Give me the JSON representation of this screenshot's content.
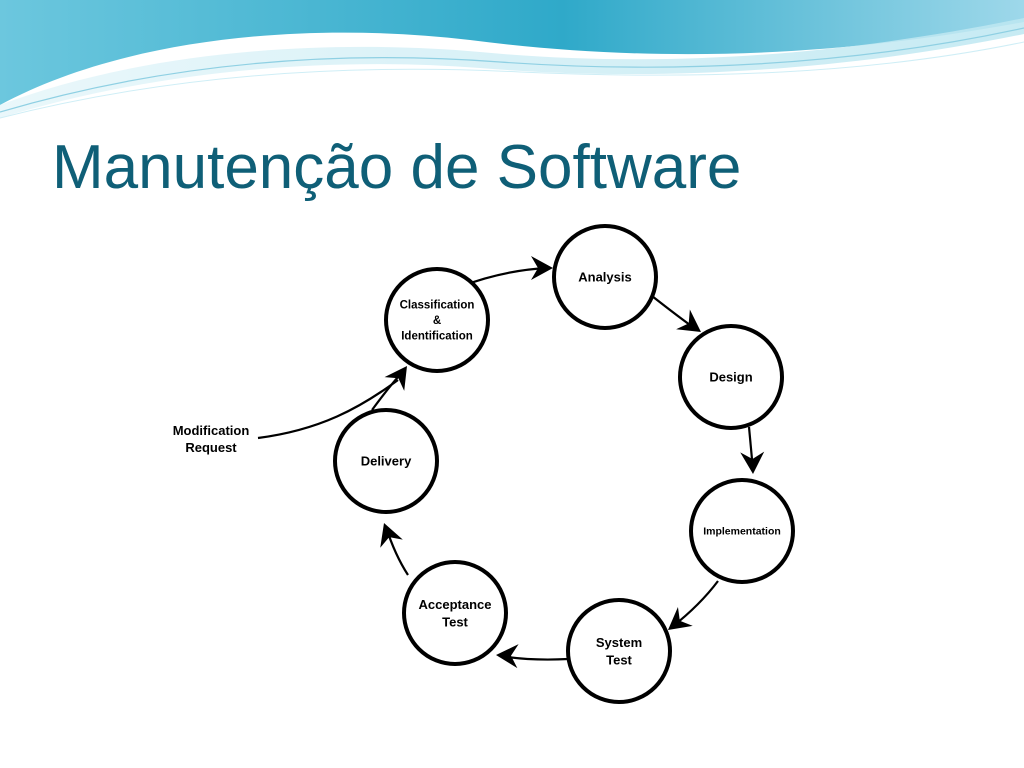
{
  "slide": {
    "title": "Manutenção de Software"
  },
  "diagram": {
    "external_input": [
      "Modification",
      "Request"
    ],
    "nodes": [
      {
        "id": "classification",
        "lines": [
          "Classification",
          "&",
          "Identification"
        ]
      },
      {
        "id": "analysis",
        "lines": [
          "Analysis"
        ]
      },
      {
        "id": "design",
        "lines": [
          "Design"
        ]
      },
      {
        "id": "implementation",
        "lines": [
          "Implementation"
        ]
      },
      {
        "id": "system-test",
        "lines": [
          "System",
          "Test"
        ]
      },
      {
        "id": "acceptance-test",
        "lines": [
          "Acceptance",
          "Test"
        ]
      },
      {
        "id": "delivery",
        "lines": [
          "Delivery"
        ]
      }
    ]
  },
  "colors": {
    "title": "#0f5f77",
    "wave_dark": "#2fa9c9",
    "wave_light": "#bde7f1"
  }
}
